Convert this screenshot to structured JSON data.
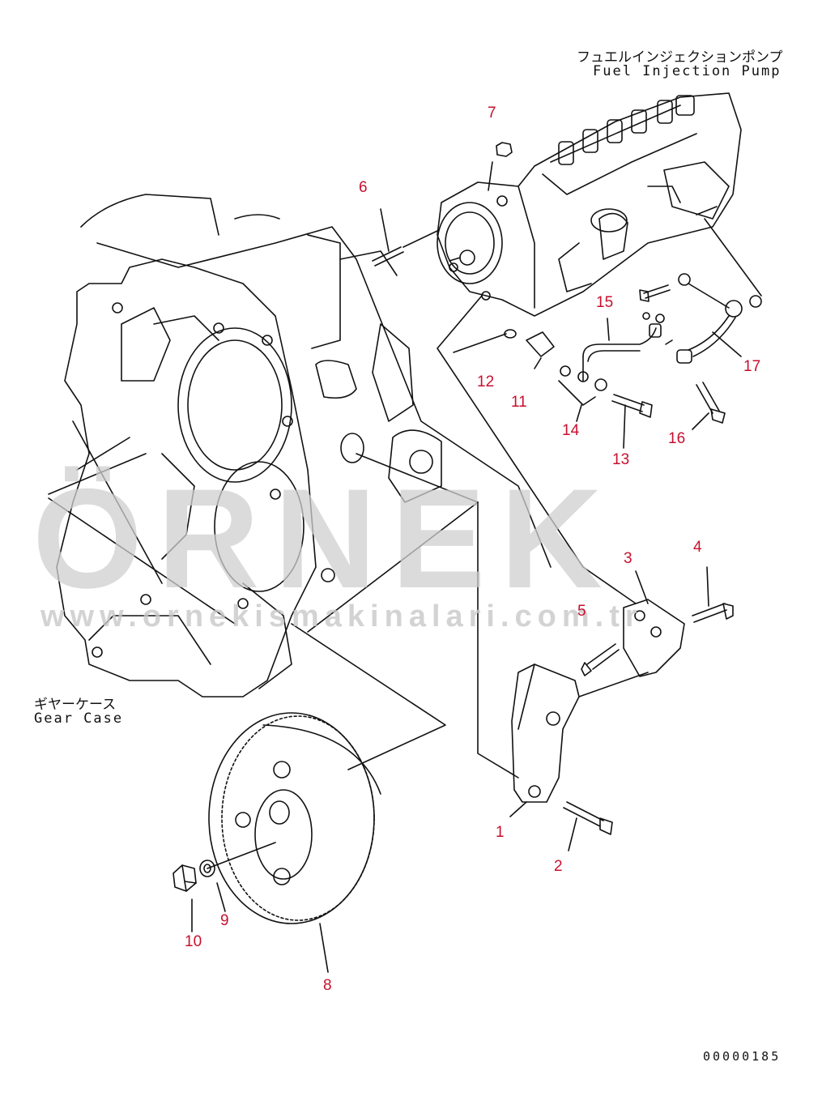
{
  "labels": {
    "fuel_pump_jp": "フュエルインジェクションポンプ",
    "fuel_pump_en": "Fuel Injection Pump",
    "gear_case_jp": "ギヤーケース",
    "gear_case_en": "Gear Case",
    "diagram_code": "00000185"
  },
  "watermark": {
    "brand": "ÖRNEK",
    "url": "www.ornekismakinalari.com.tr"
  },
  "callouts": [
    {
      "id": "1",
      "text": "1"
    },
    {
      "id": "2",
      "text": "2"
    },
    {
      "id": "3",
      "text": "3"
    },
    {
      "id": "4",
      "text": "4"
    },
    {
      "id": "5",
      "text": "5"
    },
    {
      "id": "6",
      "text": "6"
    },
    {
      "id": "7",
      "text": "7"
    },
    {
      "id": "8",
      "text": "8"
    },
    {
      "id": "9",
      "text": "9"
    },
    {
      "id": "10",
      "text": "10"
    },
    {
      "id": "11",
      "text": "11"
    },
    {
      "id": "12",
      "text": "12"
    },
    {
      "id": "13",
      "text": "13"
    },
    {
      "id": "14",
      "text": "14"
    },
    {
      "id": "15",
      "text": "15"
    },
    {
      "id": "16",
      "text": "16"
    },
    {
      "id": "17",
      "text": "17"
    }
  ],
  "colors": {
    "callout": "#c8102e",
    "line": "#111111",
    "watermark": "#cfcfcf"
  }
}
